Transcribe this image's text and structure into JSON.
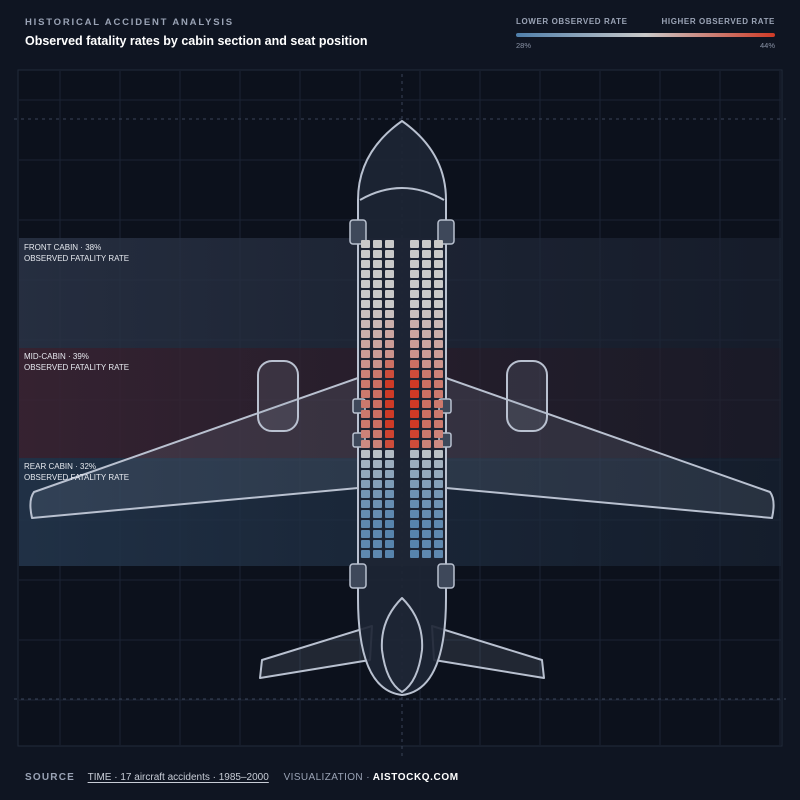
{
  "header": {
    "kicker": "HISTORICAL ACCIDENT ANALYSIS",
    "title": "Observed fatality rates by cabin section and seat position"
  },
  "legend": {
    "low_label": "LOWER OBSERVED RATE",
    "high_label": "HIGHER OBSERVED RATE",
    "min_label": "28%",
    "max_label": "44%",
    "color_low": "#4f7fab",
    "color_mid": "#c9c9c9",
    "color_high": "#cf3a26"
  },
  "chart_data": {
    "type": "heatmap",
    "value_range": [
      28,
      44
    ],
    "sections": [
      {
        "label_line1": "FRONT CABIN · 38%",
        "label_line2": "OBSERVED FATALITY RATE",
        "value": 38
      },
      {
        "label_line1": "MID-CABIN · 39%",
        "label_line2": "OBSERVED FATALITY RATE",
        "value": 39
      },
      {
        "label_line1": "REAR CABIN · 32%",
        "label_line2": "OBSERVED FATALITY RATE",
        "value": 32
      }
    ],
    "seat_columns": 6,
    "seat_rows": [
      {
        "left": [
          36,
          36,
          36
        ],
        "right": [
          36,
          36,
          36
        ]
      },
      {
        "left": [
          36,
          36,
          36
        ],
        "right": [
          36,
          36,
          36
        ]
      },
      {
        "left": [
          36,
          36,
          36
        ],
        "right": [
          36,
          36,
          36
        ]
      },
      {
        "left": [
          36,
          36,
          36
        ],
        "right": [
          36,
          36,
          36
        ]
      },
      {
        "left": [
          36,
          36,
          36
        ],
        "right": [
          36,
          36,
          36
        ]
      },
      {
        "left": [
          36,
          36,
          36
        ],
        "right": [
          36,
          36,
          36
        ]
      },
      {
        "left": [
          36,
          36,
          36
        ],
        "right": [
          36,
          36,
          36
        ]
      },
      {
        "left": [
          36.5,
          36.5,
          36.5
        ],
        "right": [
          36.5,
          36.5,
          36.5
        ]
      },
      {
        "left": [
          37,
          37,
          37.5
        ],
        "right": [
          37.5,
          37,
          37
        ]
      },
      {
        "left": [
          37.5,
          37.5,
          38
        ],
        "right": [
          38,
          37.5,
          37.5
        ]
      },
      {
        "left": [
          38,
          38,
          38.5
        ],
        "right": [
          38.5,
          38,
          38
        ]
      },
      {
        "left": [
          38.5,
          38.5,
          39
        ],
        "right": [
          39,
          38.5,
          38.5
        ]
      },
      {
        "left": [
          39,
          39,
          41
        ],
        "right": [
          41,
          39,
          39
        ]
      },
      {
        "left": [
          40,
          40.5,
          43
        ],
        "right": [
          43,
          40.5,
          40
        ]
      },
      {
        "left": [
          40.5,
          41,
          44
        ],
        "right": [
          44,
          41,
          40.5
        ]
      },
      {
        "left": [
          40.5,
          41,
          44
        ],
        "right": [
          44,
          41,
          40.5
        ]
      },
      {
        "left": [
          40.5,
          41,
          44
        ],
        "right": [
          44,
          41,
          40.5
        ]
      },
      {
        "left": [
          40.5,
          41,
          44
        ],
        "right": [
          44,
          41,
          40.5
        ]
      },
      {
        "left": [
          40.5,
          41,
          44
        ],
        "right": [
          44,
          41,
          40.5
        ]
      },
      {
        "left": [
          40,
          40.5,
          43.5
        ],
        "right": [
          43.5,
          40.5,
          40
        ]
      },
      {
        "left": [
          39.5,
          40,
          43
        ],
        "right": [
          43,
          40,
          39.5
        ]
      },
      {
        "left": [
          35,
          35,
          34.5
        ],
        "right": [
          34.5,
          35,
          35
        ]
      },
      {
        "left": [
          33.5,
          33.5,
          33
        ],
        "right": [
          33,
          33.5,
          33.5
        ]
      },
      {
        "left": [
          32.5,
          32.5,
          32
        ],
        "right": [
          32,
          32.5,
          32.5
        ]
      },
      {
        "left": [
          31.5,
          31.5,
          31
        ],
        "right": [
          31,
          31.5,
          31.5
        ]
      },
      {
        "left": [
          30.5,
          30.5,
          30
        ],
        "right": [
          30,
          30.5,
          30.5
        ]
      },
      {
        "left": [
          30,
          30,
          29.5
        ],
        "right": [
          29.5,
          30,
          30
        ]
      },
      {
        "left": [
          29.5,
          29.5,
          29
        ],
        "right": [
          29,
          29.5,
          29.5
        ]
      },
      {
        "left": [
          29,
          29,
          28.5
        ],
        "right": [
          28.5,
          29,
          29
        ]
      },
      {
        "left": [
          29,
          29,
          28.5
        ],
        "right": [
          28.5,
          29,
          29
        ]
      },
      {
        "left": [
          29,
          29,
          28.5
        ],
        "right": [
          28.5,
          29,
          29
        ]
      },
      {
        "left": [
          29,
          29,
          28.5
        ],
        "right": [
          28.5,
          29,
          29
        ]
      }
    ]
  },
  "footer": {
    "source_key": "SOURCE",
    "source_value": "TIME · 17 aircraft accidents · 1985–2000",
    "viz_key": "VISUALIZATION ·",
    "viz_value": "AISTOCKQ.COM"
  }
}
